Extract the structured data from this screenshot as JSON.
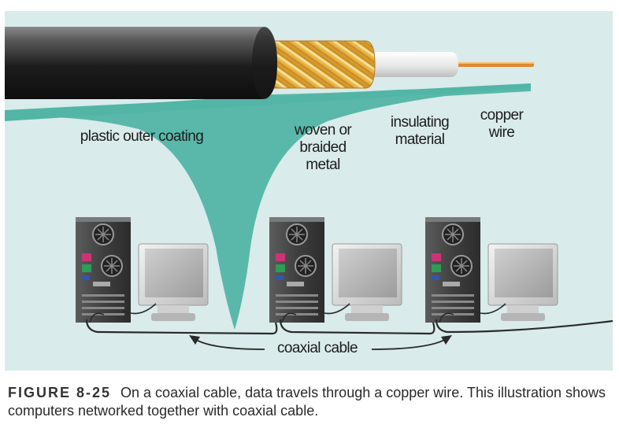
{
  "labels": {
    "outer": "plastic outer coating",
    "braid": "woven or\nbraided\nmetal",
    "insulation": "insulating\nmaterial",
    "copper": "copper\nwire",
    "coax": "coaxial cable"
  },
  "caption": {
    "figure_number": "FIGURE 8-25",
    "text": "On a coaxial cable, data travels through a copper wire. This illustration shows computers networked together with coaxial cable."
  },
  "colors": {
    "panel": "#d9ebea",
    "teal": "#52b5a6",
    "braid": "#e8b440",
    "copper": "#e0892e",
    "cable_dark": "#2a2a2a"
  }
}
